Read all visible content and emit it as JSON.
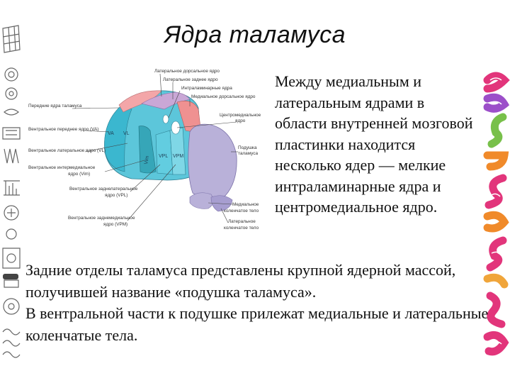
{
  "title": "Ядра таламуса",
  "diagram": {
    "labels": {
      "lateral_dorsal": "Латеральное дорсальное ядро",
      "lateral_posterior": "Латеральное заднее ядро",
      "intralaminar": "Интраламинарные ядра",
      "medial_dorsal": "Медиальное дорсальное ядро",
      "centromedian_1": "Центромедиальное",
      "centromedian_2": "ядро",
      "pulvinar_1": "Подушка",
      "pulvinar_2": "таламуса",
      "anterior": "Передние ядра таламуса",
      "ventral_anterior": "Вентральное переднее ядро (VA)",
      "ventral_lateral": "Вентральное латеральное ядро (VL)",
      "ventral_intermediate_1": "Вентральное интермедиальное",
      "ventral_intermediate_2": "ядро (Vim)",
      "vpl_1": "Вентральное заднелатеральное",
      "vpl_2": "ядро (VPL)",
      "vpm_1": "Вентральное заднемедиальное",
      "vpm_2": "ядро (VPM)",
      "medial_geniculate_1": "Медиальное",
      "medial_geniculate_2": "коленчатое тело",
      "lateral_geniculate_1": "Латеральное",
      "lateral_geniculate_2": "коленчатое тело"
    },
    "inner": {
      "va": "VA",
      "vl": "VL",
      "vim": "Vim",
      "vpl": "VPL",
      "vpm": "VPM"
    }
  },
  "paragraph1": "Между медиальным и латеральным ядрами в области внутренней мозговой пластинки находится несколько ядер — мелкие интраламинарные ядра и центромедиальное ядро.",
  "paragraph2": {
    "line1": "Задние отделы таламуса представлены крупной ядерной массой, получившей название «подушка таламуса».",
    "line2": "В вентральной части к подушке прилежат медиальные и латеральные коленчатые тела."
  },
  "colors": {
    "anterior": "#f3a6a8",
    "ventral": "#5cc6da",
    "pulvinar": "#b9b1d9",
    "lateral_dorsal": "#c9a7d6",
    "vim": "#36a6b8"
  }
}
